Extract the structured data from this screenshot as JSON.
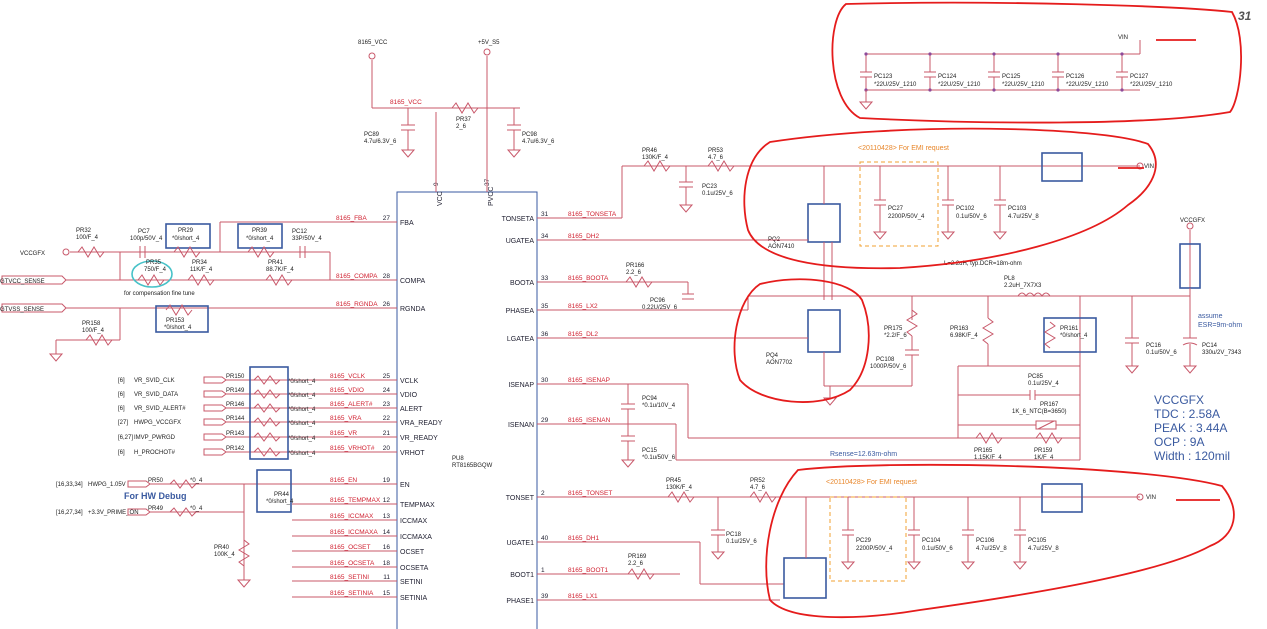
{
  "page_number": "31",
  "supply_labels": {
    "vcc_8165": "8165_VCC",
    "v5s5": "+5V_S5",
    "vin_top": "VIN",
    "vin_mid": "VIN",
    "vin_bot": "VIN",
    "vccgfx_left": "VCCGFX",
    "vccgfx_right": "VCCGFX"
  },
  "sense_inputs": {
    "vcc_sense": "GTVCC_SENSE",
    "vss_sense": "GTVSS_SENSE"
  },
  "ic": {
    "ref": "PU8",
    "part": "RT8165BGQW",
    "top_pins": [
      {
        "name": "VCC",
        "num": "9"
      },
      {
        "name": "PVCC",
        "num": "37"
      }
    ],
    "left_pins": [
      {
        "name": "FBA",
        "num": "27",
        "net": "8165_FBA"
      },
      {
        "name": "COMPA",
        "num": "28",
        "net": "8165_COMPA"
      },
      {
        "name": "RGNDA",
        "num": "26",
        "net": "8165_RGNDA"
      },
      {
        "name": "VCLK",
        "num": "25",
        "net": "8165_VCLK"
      },
      {
        "name": "VDIO",
        "num": "24",
        "net": "8165_VDIO"
      },
      {
        "name": "ALERT",
        "num": "23",
        "net": "8165_ALERT#"
      },
      {
        "name": "VRA_READY",
        "num": "22",
        "net": "8165_VRA"
      },
      {
        "name": "VR_READY",
        "num": "21",
        "net": "8165_VR"
      },
      {
        "name": "VRHOT",
        "num": "20",
        "net": "8165_VRHOT#"
      },
      {
        "name": "EN",
        "num": "19",
        "net": "8165_EN"
      },
      {
        "name": "TEMPMAX",
        "num": "12",
        "net": "8165_TEMPMAX"
      },
      {
        "name": "ICCMAX",
        "num": "13",
        "net": "8165_ICCMAX"
      },
      {
        "name": "ICCMAXA",
        "num": "14",
        "net": "8165_ICCMAXA"
      },
      {
        "name": "OCSET",
        "num": "16",
        "net": "8165_OCSET"
      },
      {
        "name": "OCSETA",
        "num": "18",
        "net": "8165_OCSETA"
      },
      {
        "name": "SETINI",
        "num": "11",
        "net": "8165_SETINI"
      },
      {
        "name": "SETINIA",
        "num": "15",
        "net": "8165_SETINIA"
      }
    ],
    "right_pins": [
      {
        "name": "TONSETA",
        "num": "31",
        "net": "8165_TONSETA"
      },
      {
        "name": "UGATEA",
        "num": "34",
        "net": "8165_DH2"
      },
      {
        "name": "BOOTA",
        "num": "33",
        "net": "8165_BOOTA"
      },
      {
        "name": "PHASEA",
        "num": "35",
        "net": "8165_LX2"
      },
      {
        "name": "LGATEA",
        "num": "36",
        "net": "8165_DL2"
      },
      {
        "name": "ISENAP",
        "num": "30",
        "net": "8165_ISENAP"
      },
      {
        "name": "ISENAN",
        "num": "29",
        "net": "8165_ISENAN"
      },
      {
        "name": "TONSET",
        "num": "2",
        "net": "8165_TONSET"
      },
      {
        "name": "UGATE1",
        "num": "40",
        "net": "8165_DH1"
      },
      {
        "name": "BOOT1",
        "num": "1",
        "net": "8165_BOOT1"
      },
      {
        "name": "PHASE1",
        "num": "39",
        "net": "8165_LX1"
      }
    ],
    "vcc_net": "8165_VCC"
  },
  "svid_signals": [
    {
      "ref": "[6]",
      "name": "VR_SVID_CLK",
      "res": "PR150",
      "val": "*0/short_4"
    },
    {
      "ref": "[6]",
      "name": "VR_SVID_DATA",
      "res": "PR149",
      "val": "*0/short_4"
    },
    {
      "ref": "[6]",
      "name": "VR_SVID_ALERT#",
      "res": "PR146",
      "val": "*0/short_4"
    },
    {
      "ref": "[27]",
      "name": "HWPG_VCCGFX",
      "res": "PR144",
      "val": "*0/short_4"
    },
    {
      "ref": "[6,27]",
      "name": "IMVP_PWRGD",
      "res": "PR143",
      "val": "*0/short_4"
    },
    {
      "ref": "[6]",
      "name": "H_PROCHOT#",
      "res": "PR142",
      "val": "*0/short_4"
    }
  ],
  "debug_signals": [
    {
      "ref": "[16,33,34]",
      "name": "HWPG_1.05V",
      "res": "PR50",
      "val": "*0_4"
    },
    {
      "ref": "[16,27,34]",
      "name": "+3.3V_PRIME_ON",
      "res": "PR49",
      "val": "*0_4"
    }
  ],
  "hw_debug_label": "For HW Debug",
  "compensation_note": "for compensation fine tune",
  "components": {
    "PC89": [
      "PC89",
      "4.7u/6.3V_6"
    ],
    "PR37": [
      "PR37",
      "2_6"
    ],
    "PC98": [
      "PC98",
      "4.7u/6.3V_6"
    ],
    "PR32": [
      "PR32",
      "100/F_4"
    ],
    "PC7": [
      "PC7",
      "100p/50V_4"
    ],
    "PR29": [
      "PR29",
      "*0/short_4"
    ],
    "PR39": [
      "PR39",
      "*0/short_4"
    ],
    "PC12": [
      "PC12",
      "33P/50V_4"
    ],
    "PR35": [
      "PR35",
      "750/F_4"
    ],
    "PR34": [
      "PR34",
      "11K/F_4"
    ],
    "PR41": [
      "PR41",
      "88.7K/F_4"
    ],
    "PR158": [
      "PR158",
      "100/F_4"
    ],
    "PR153": [
      "PR153",
      "*0/short_4"
    ],
    "PR44": [
      "PR44",
      "*0/short_4"
    ],
    "PR40": [
      "PR40",
      "100K_4"
    ],
    "PC123": [
      "PC123",
      "*22U/25V_1210"
    ],
    "PC124": [
      "PC124",
      "*22U/25V_1210"
    ],
    "PC125": [
      "PC125",
      "*22U/25V_1210"
    ],
    "PC126": [
      "PC126",
      "*22U/25V_1210"
    ],
    "PC127": [
      "PC127",
      "*22U/25V_1210"
    ],
    "PR46": [
      "PR46",
      "130K/F_4"
    ],
    "PR53": [
      "PR53",
      "4.7_6"
    ],
    "PC23": [
      "PC23",
      "0.1u/25V_6"
    ],
    "PC27": [
      "PC27",
      "2200P/50V_4"
    ],
    "PC102": [
      "PC102",
      "0.1u/50V_6"
    ],
    "PC103": [
      "PC103",
      "4.7u/25V_8"
    ],
    "PQ2": [
      "PQ2",
      "AON7410"
    ],
    "PR166": [
      "PR166",
      "2.2_6"
    ],
    "PC96": [
      "PC96",
      "0.22U/25V_6"
    ],
    "PQ4": [
      "PQ4",
      "AON7702"
    ],
    "PR175": [
      "PR175",
      "*2.2/F_6"
    ],
    "PC108": [
      "PC108",
      "1000P/50V_6"
    ],
    "PR163": [
      "PR163",
      "6.98K/F_4"
    ],
    "PR161": [
      "PR161",
      "*0/short_4"
    ],
    "PC85": [
      "PC85",
      "0.1u/25V_4"
    ],
    "PR167": [
      "PR167",
      "1K_6_NTC(B=3650)"
    ],
    "PR165": [
      "PR165",
      "1.15K/F_4"
    ],
    "PR159": [
      "PR159",
      "1K/F_4"
    ],
    "PL8": [
      "PL8",
      "2.2uH_7X7X3"
    ],
    "PC16": [
      "PC16",
      "0.1u/50V_6"
    ],
    "PC14": [
      "PC14",
      "330u/2V_7343"
    ],
    "PC94": [
      "PC94",
      "*0.1u/10V_4"
    ],
    "PC15": [
      "PC15",
      "*0.1u/50V_6"
    ],
    "PR45": [
      "PR45",
      "130K/F_4"
    ],
    "PR52": [
      "PR52",
      "4.7_6"
    ],
    "PC18": [
      "PC18",
      "0.1u/25V_6"
    ],
    "PC29": [
      "PC29",
      "2200P/50V_4"
    ],
    "PC104": [
      "PC104",
      "0.1u/50V_6"
    ],
    "PC106": [
      "PC106",
      "4.7u/25V_8"
    ],
    "PC105": [
      "PC105",
      "4.7u/25V_8"
    ],
    "PR169": [
      "PR169",
      "2.2_6"
    ]
  },
  "notes": {
    "emi_top": "<20110428> For EMI request",
    "emi_bot": "<20110428> For EMI request",
    "inductor_note": "L=2.2uH, typ.DCR=18m-ohm",
    "rsense": "Rsense=12.63m-ohm",
    "esr_note": [
      "assume",
      "ESR=9m-ohm"
    ]
  },
  "specs": [
    "VCCGFX",
    "TDC : 2.58A",
    "PEAK : 3.44A",
    "OCP : 9A",
    "Width : 120mil"
  ],
  "colors": {
    "wire": "#c8586a",
    "annotation": "#e51c1c",
    "box": "#3a5aa0",
    "emi_note": "#e8862a",
    "circle": "#47c2c8"
  }
}
